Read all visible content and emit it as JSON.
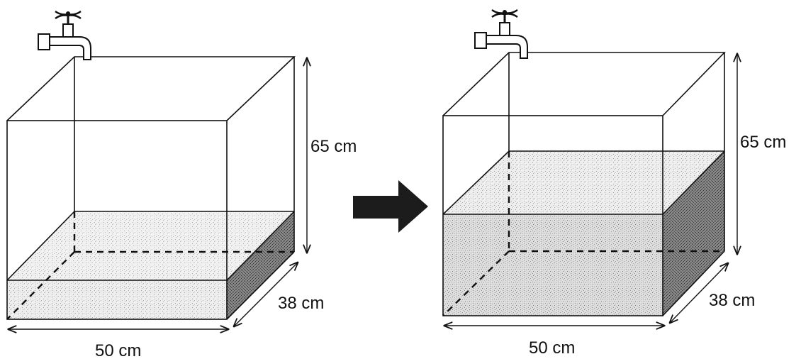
{
  "diagram": {
    "before": {
      "height_label": "65 cm",
      "depth_label": "38 cm",
      "width_label": "50 cm"
    },
    "after": {
      "height_label": "65 cm",
      "depth_label": "38 cm",
      "width_label": "50 cm"
    }
  }
}
